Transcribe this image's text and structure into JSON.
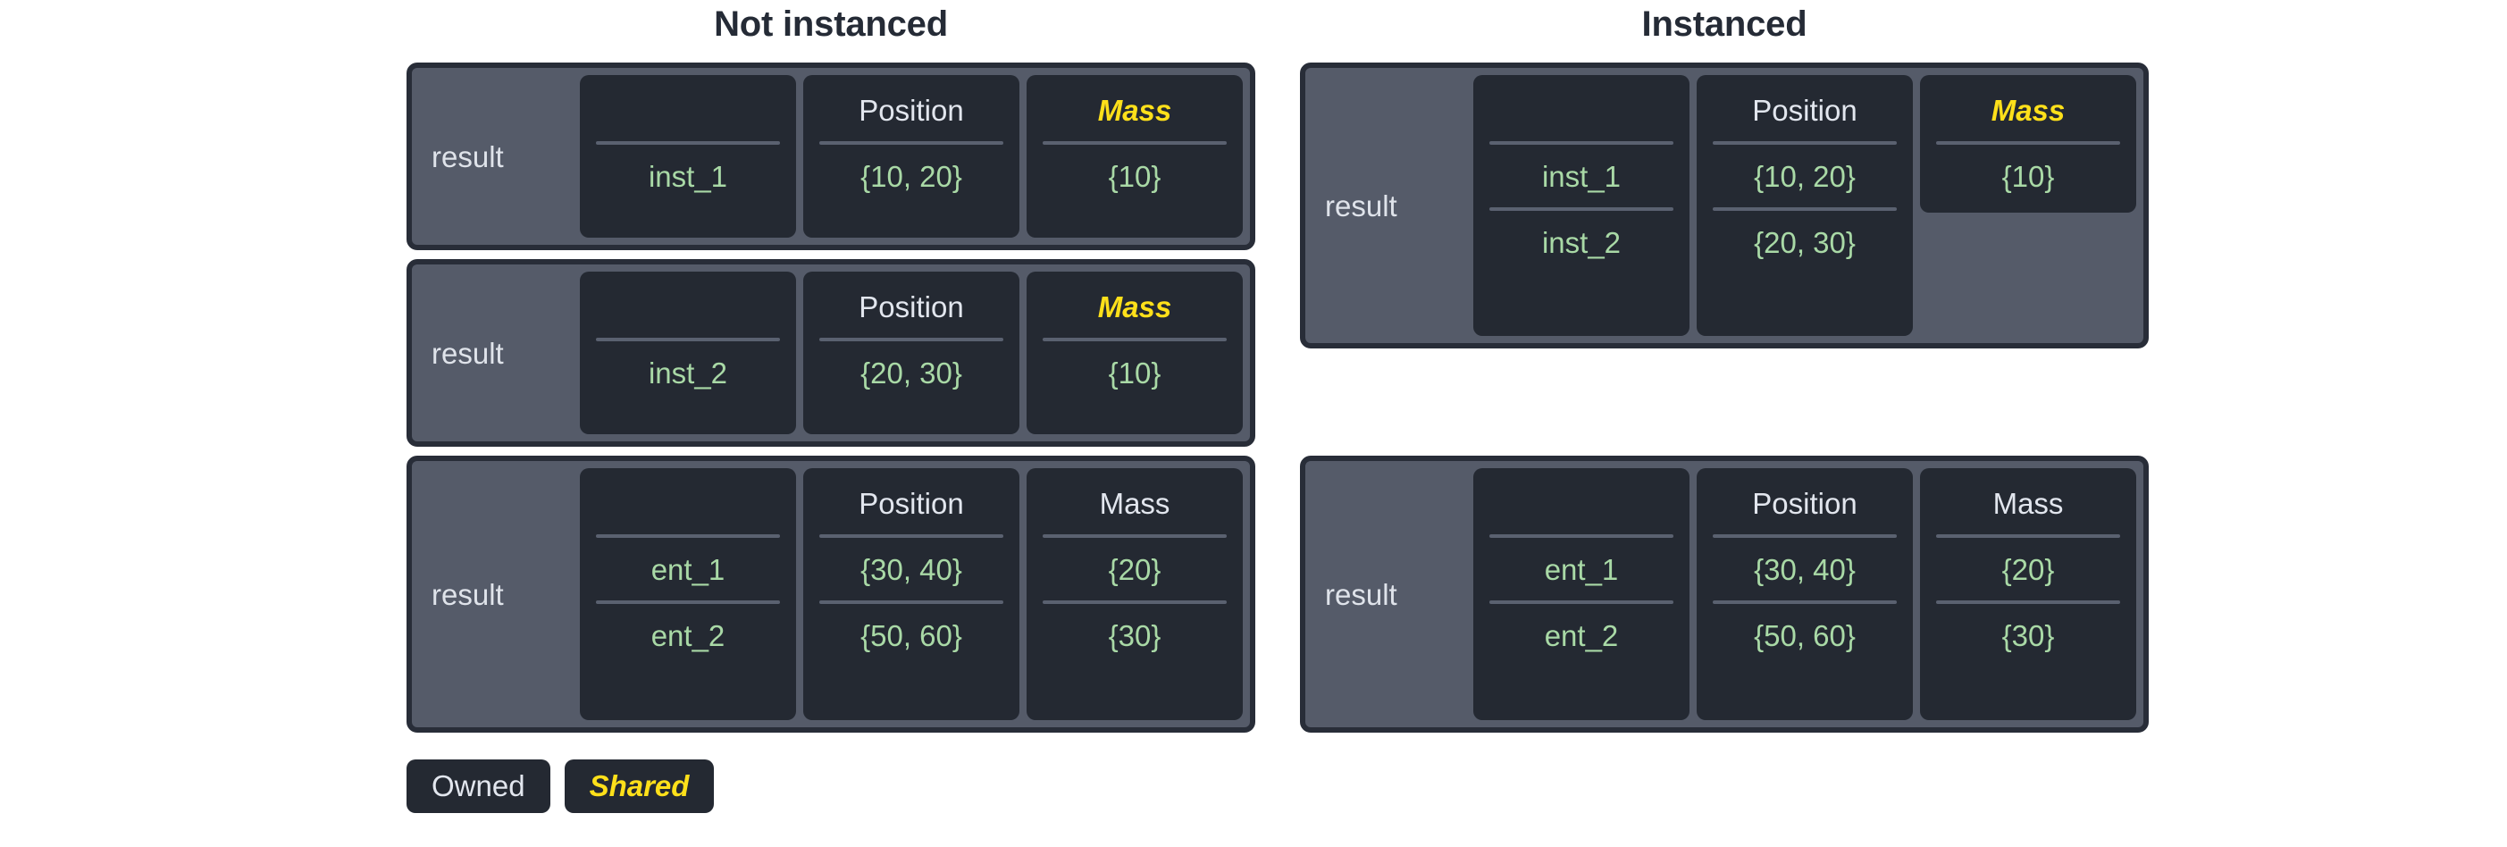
{
  "sections": {
    "left": {
      "title": "Not instanced"
    },
    "right": {
      "title": "Instanced"
    }
  },
  "row_label": "result",
  "legend": {
    "owned_label": "Owned",
    "shared_label": "Shared"
  },
  "colors": {
    "page_background": "#ffffff",
    "title_text": "#252b36",
    "table_background": "#555b69",
    "table_border": "#282d38",
    "column_card": "#242932",
    "header_text": "#e2e6ee",
    "shared_text": "#ffe01a",
    "value_text": "#a9d9a6",
    "separator": "#5a6170"
  },
  "tables": {
    "left_1": {
      "label": "result",
      "columns": [
        {
          "header": "",
          "shared": false,
          "values": [
            "inst_1"
          ]
        },
        {
          "header": "Position",
          "shared": false,
          "values": [
            "{10, 20}"
          ]
        },
        {
          "header": "Mass",
          "shared": true,
          "values": [
            "{10}"
          ]
        }
      ]
    },
    "left_2": {
      "label": "result",
      "columns": [
        {
          "header": "",
          "shared": false,
          "values": [
            "inst_2"
          ]
        },
        {
          "header": "Position",
          "shared": false,
          "values": [
            "{20, 30}"
          ]
        },
        {
          "header": "Mass",
          "shared": true,
          "values": [
            "{10}"
          ]
        }
      ]
    },
    "left_3": {
      "label": "result",
      "columns": [
        {
          "header": "",
          "shared": false,
          "values": [
            "ent_1",
            "ent_2"
          ]
        },
        {
          "header": "Position",
          "shared": false,
          "values": [
            "{30, 40}",
            "{50, 60}"
          ]
        },
        {
          "header": "Mass",
          "shared": false,
          "values": [
            "{20}",
            "{30}"
          ]
        }
      ]
    },
    "right_1": {
      "label": "result",
      "columns": [
        {
          "header": "",
          "shared": false,
          "values": [
            "inst_1",
            "inst_2"
          ]
        },
        {
          "header": "Position",
          "shared": false,
          "values": [
            "{10, 20}",
            "{20, 30}"
          ]
        },
        {
          "header": "Mass",
          "shared": true,
          "values": [
            "{10}"
          ]
        }
      ]
    },
    "right_2": {
      "label": "result",
      "columns": [
        {
          "header": "",
          "shared": false,
          "values": [
            "ent_1",
            "ent_2"
          ]
        },
        {
          "header": "Position",
          "shared": false,
          "values": [
            "{30, 40}",
            "{50, 60}"
          ]
        },
        {
          "header": "Mass",
          "shared": false,
          "values": [
            "{20}",
            "{30}"
          ]
        }
      ]
    }
  }
}
